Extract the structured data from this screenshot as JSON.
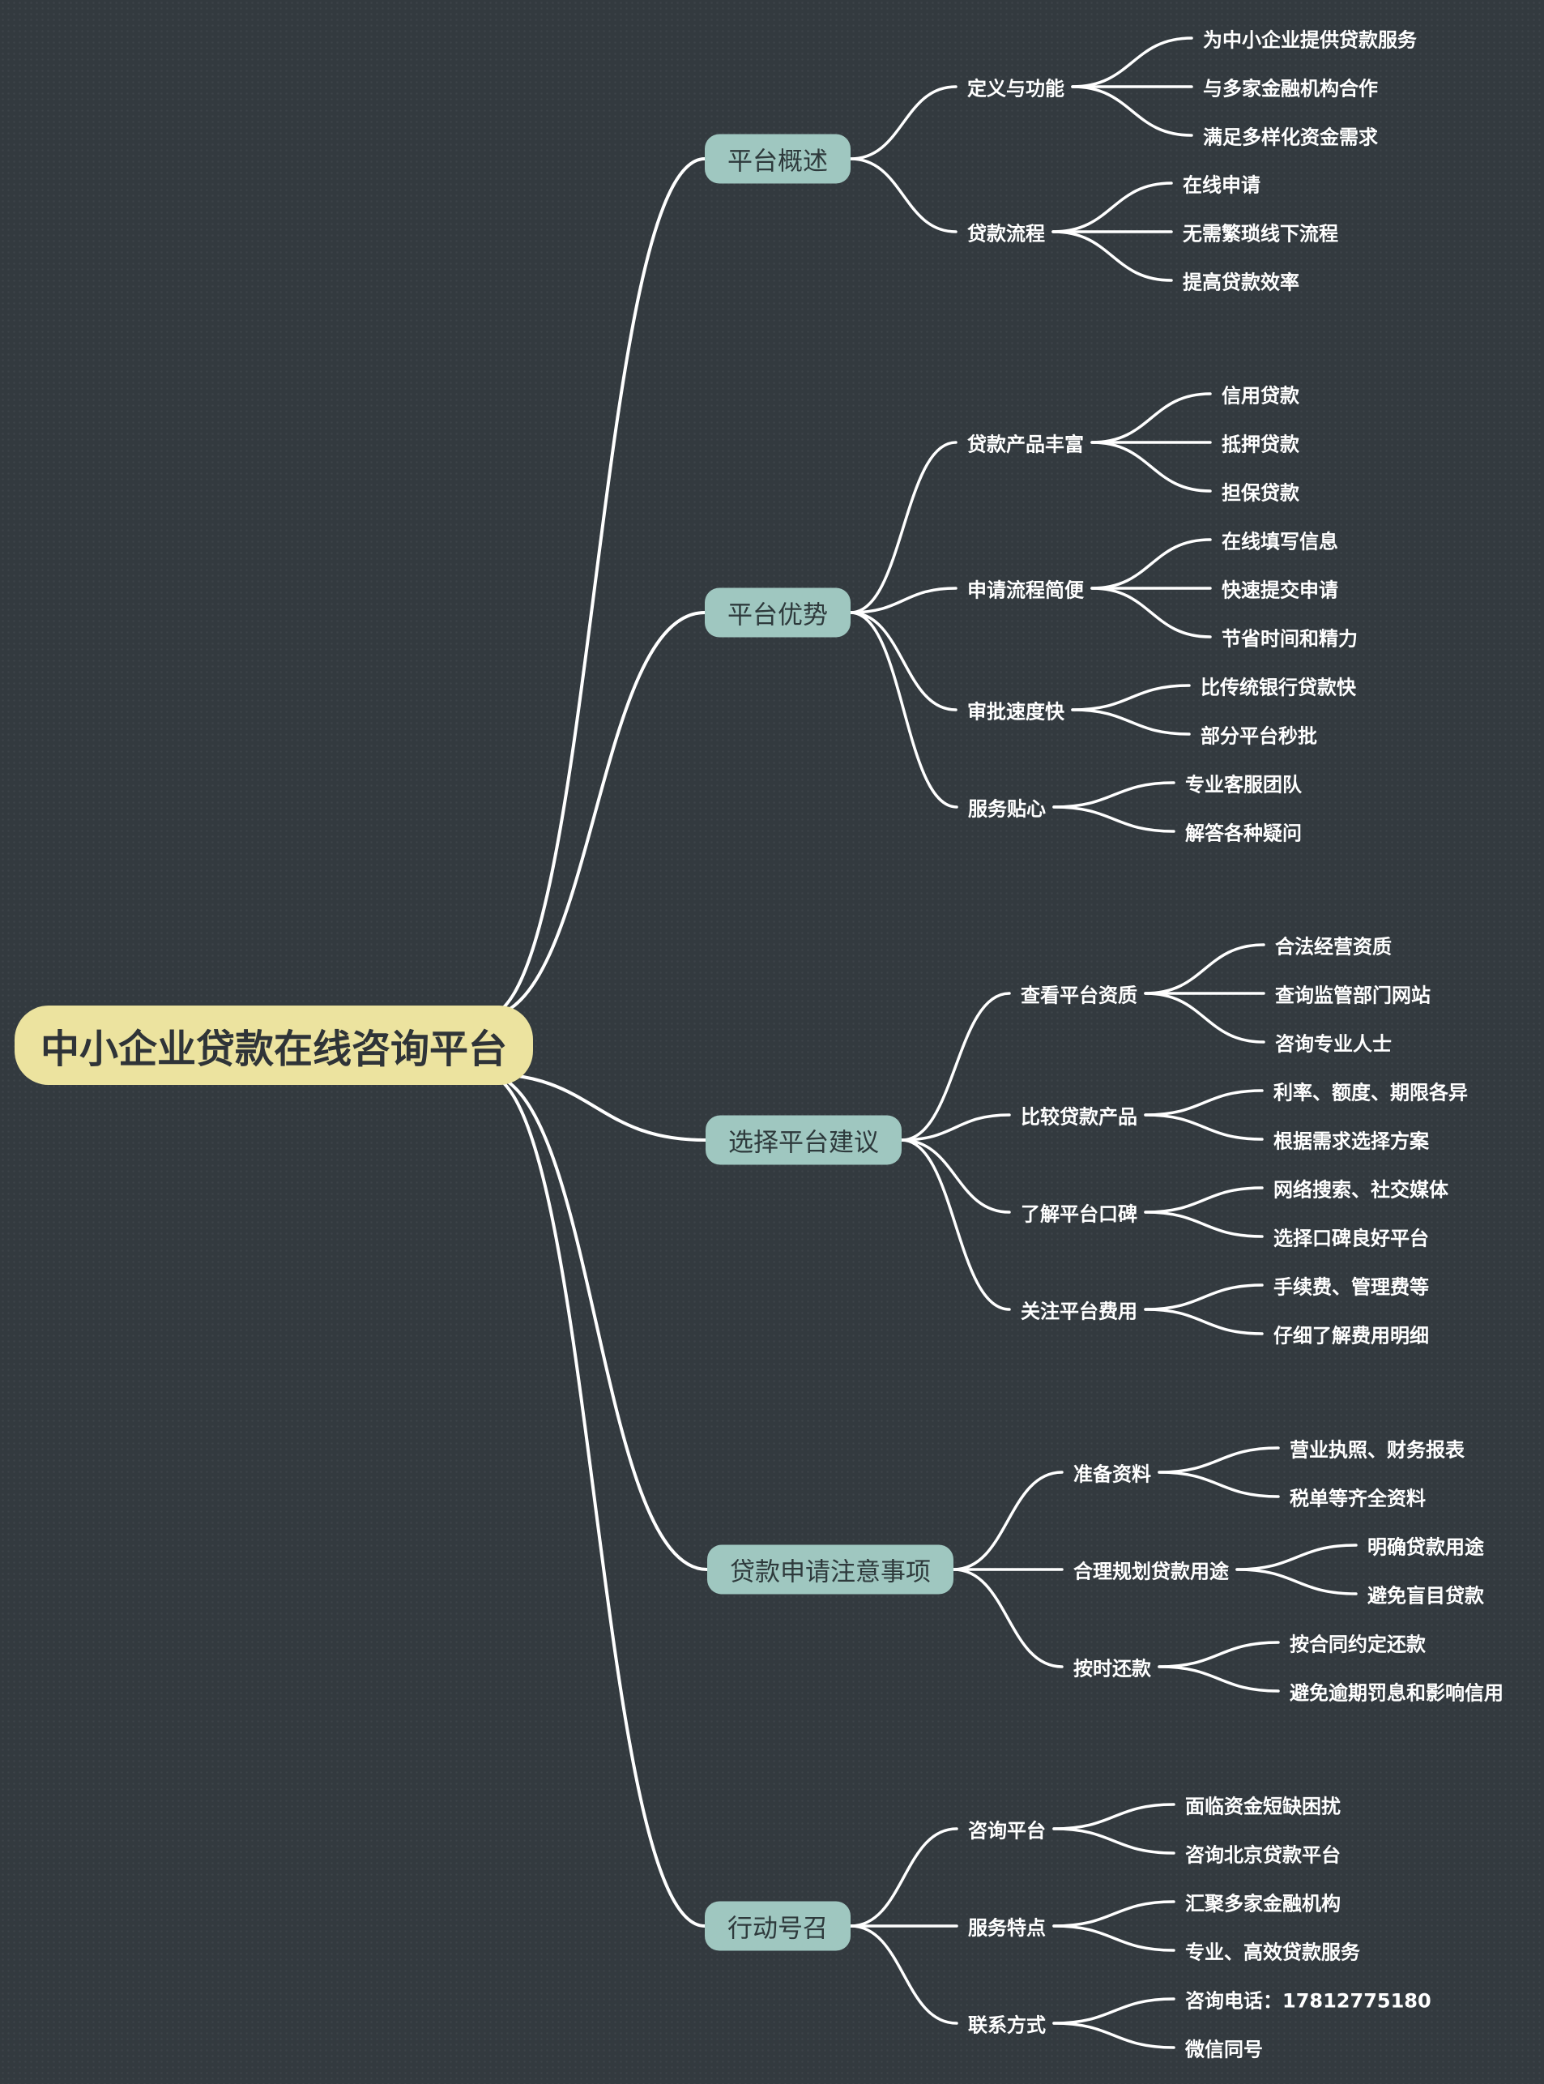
{
  "colors": {
    "background": "#333a3f",
    "root_fill": "#ece39f",
    "main_fill": "#9fc7c0",
    "link": "#ffffff",
    "text_light": "#ffffff",
    "text_dark": "#2f3438"
  },
  "root": {
    "label": "中小企业贷款在线咨询平台"
  },
  "branches": [
    {
      "label": "平台概述",
      "children": [
        {
          "label": "定义与功能",
          "leaves": [
            "为中小企业提供贷款服务",
            "与多家金融机构合作",
            "满足多样化资金需求"
          ]
        },
        {
          "label": "贷款流程",
          "leaves": [
            "在线申请",
            "无需繁琐线下流程",
            "提高贷款效率"
          ]
        }
      ]
    },
    {
      "label": "平台优势",
      "children": [
        {
          "label": "贷款产品丰富",
          "leaves": [
            "信用贷款",
            "抵押贷款",
            "担保贷款"
          ]
        },
        {
          "label": "申请流程简便",
          "leaves": [
            "在线填写信息",
            "快速提交申请",
            "节省时间和精力"
          ]
        },
        {
          "label": "审批速度快",
          "leaves": [
            "比传统银行贷款快",
            "部分平台秒批"
          ]
        },
        {
          "label": "服务贴心",
          "leaves": [
            "专业客服团队",
            "解答各种疑问"
          ]
        }
      ]
    },
    {
      "label": "选择平台建议",
      "children": [
        {
          "label": "查看平台资质",
          "leaves": [
            "合法经营资质",
            "查询监管部门网站",
            "咨询专业人士"
          ]
        },
        {
          "label": "比较贷款产品",
          "leaves": [
            "利率、额度、期限各异",
            "根据需求选择方案"
          ]
        },
        {
          "label": "了解平台口碑",
          "leaves": [
            "网络搜索、社交媒体",
            "选择口碑良好平台"
          ]
        },
        {
          "label": "关注平台费用",
          "leaves": [
            "手续费、管理费等",
            "仔细了解费用明细"
          ]
        }
      ]
    },
    {
      "label": "贷款申请注意事项",
      "children": [
        {
          "label": "准备资料",
          "leaves": [
            "营业执照、财务报表",
            "税单等齐全资料"
          ]
        },
        {
          "label": "合理规划贷款用途",
          "leaves": [
            "明确贷款用途",
            "避免盲目贷款"
          ]
        },
        {
          "label": "按时还款",
          "leaves": [
            "按合同约定还款",
            "避免逾期罚息和影响信用"
          ]
        }
      ]
    },
    {
      "label": "行动号召",
      "children": [
        {
          "label": "咨询平台",
          "leaves": [
            "面临资金短缺困扰",
            "咨询北京贷款平台"
          ]
        },
        {
          "label": "服务特点",
          "leaves": [
            "汇聚多家金融机构",
            "专业、高效贷款服务"
          ]
        },
        {
          "label": "联系方式",
          "leaves": [
            "咨询电话：17812775180",
            "微信同号"
          ]
        }
      ]
    }
  ]
}
